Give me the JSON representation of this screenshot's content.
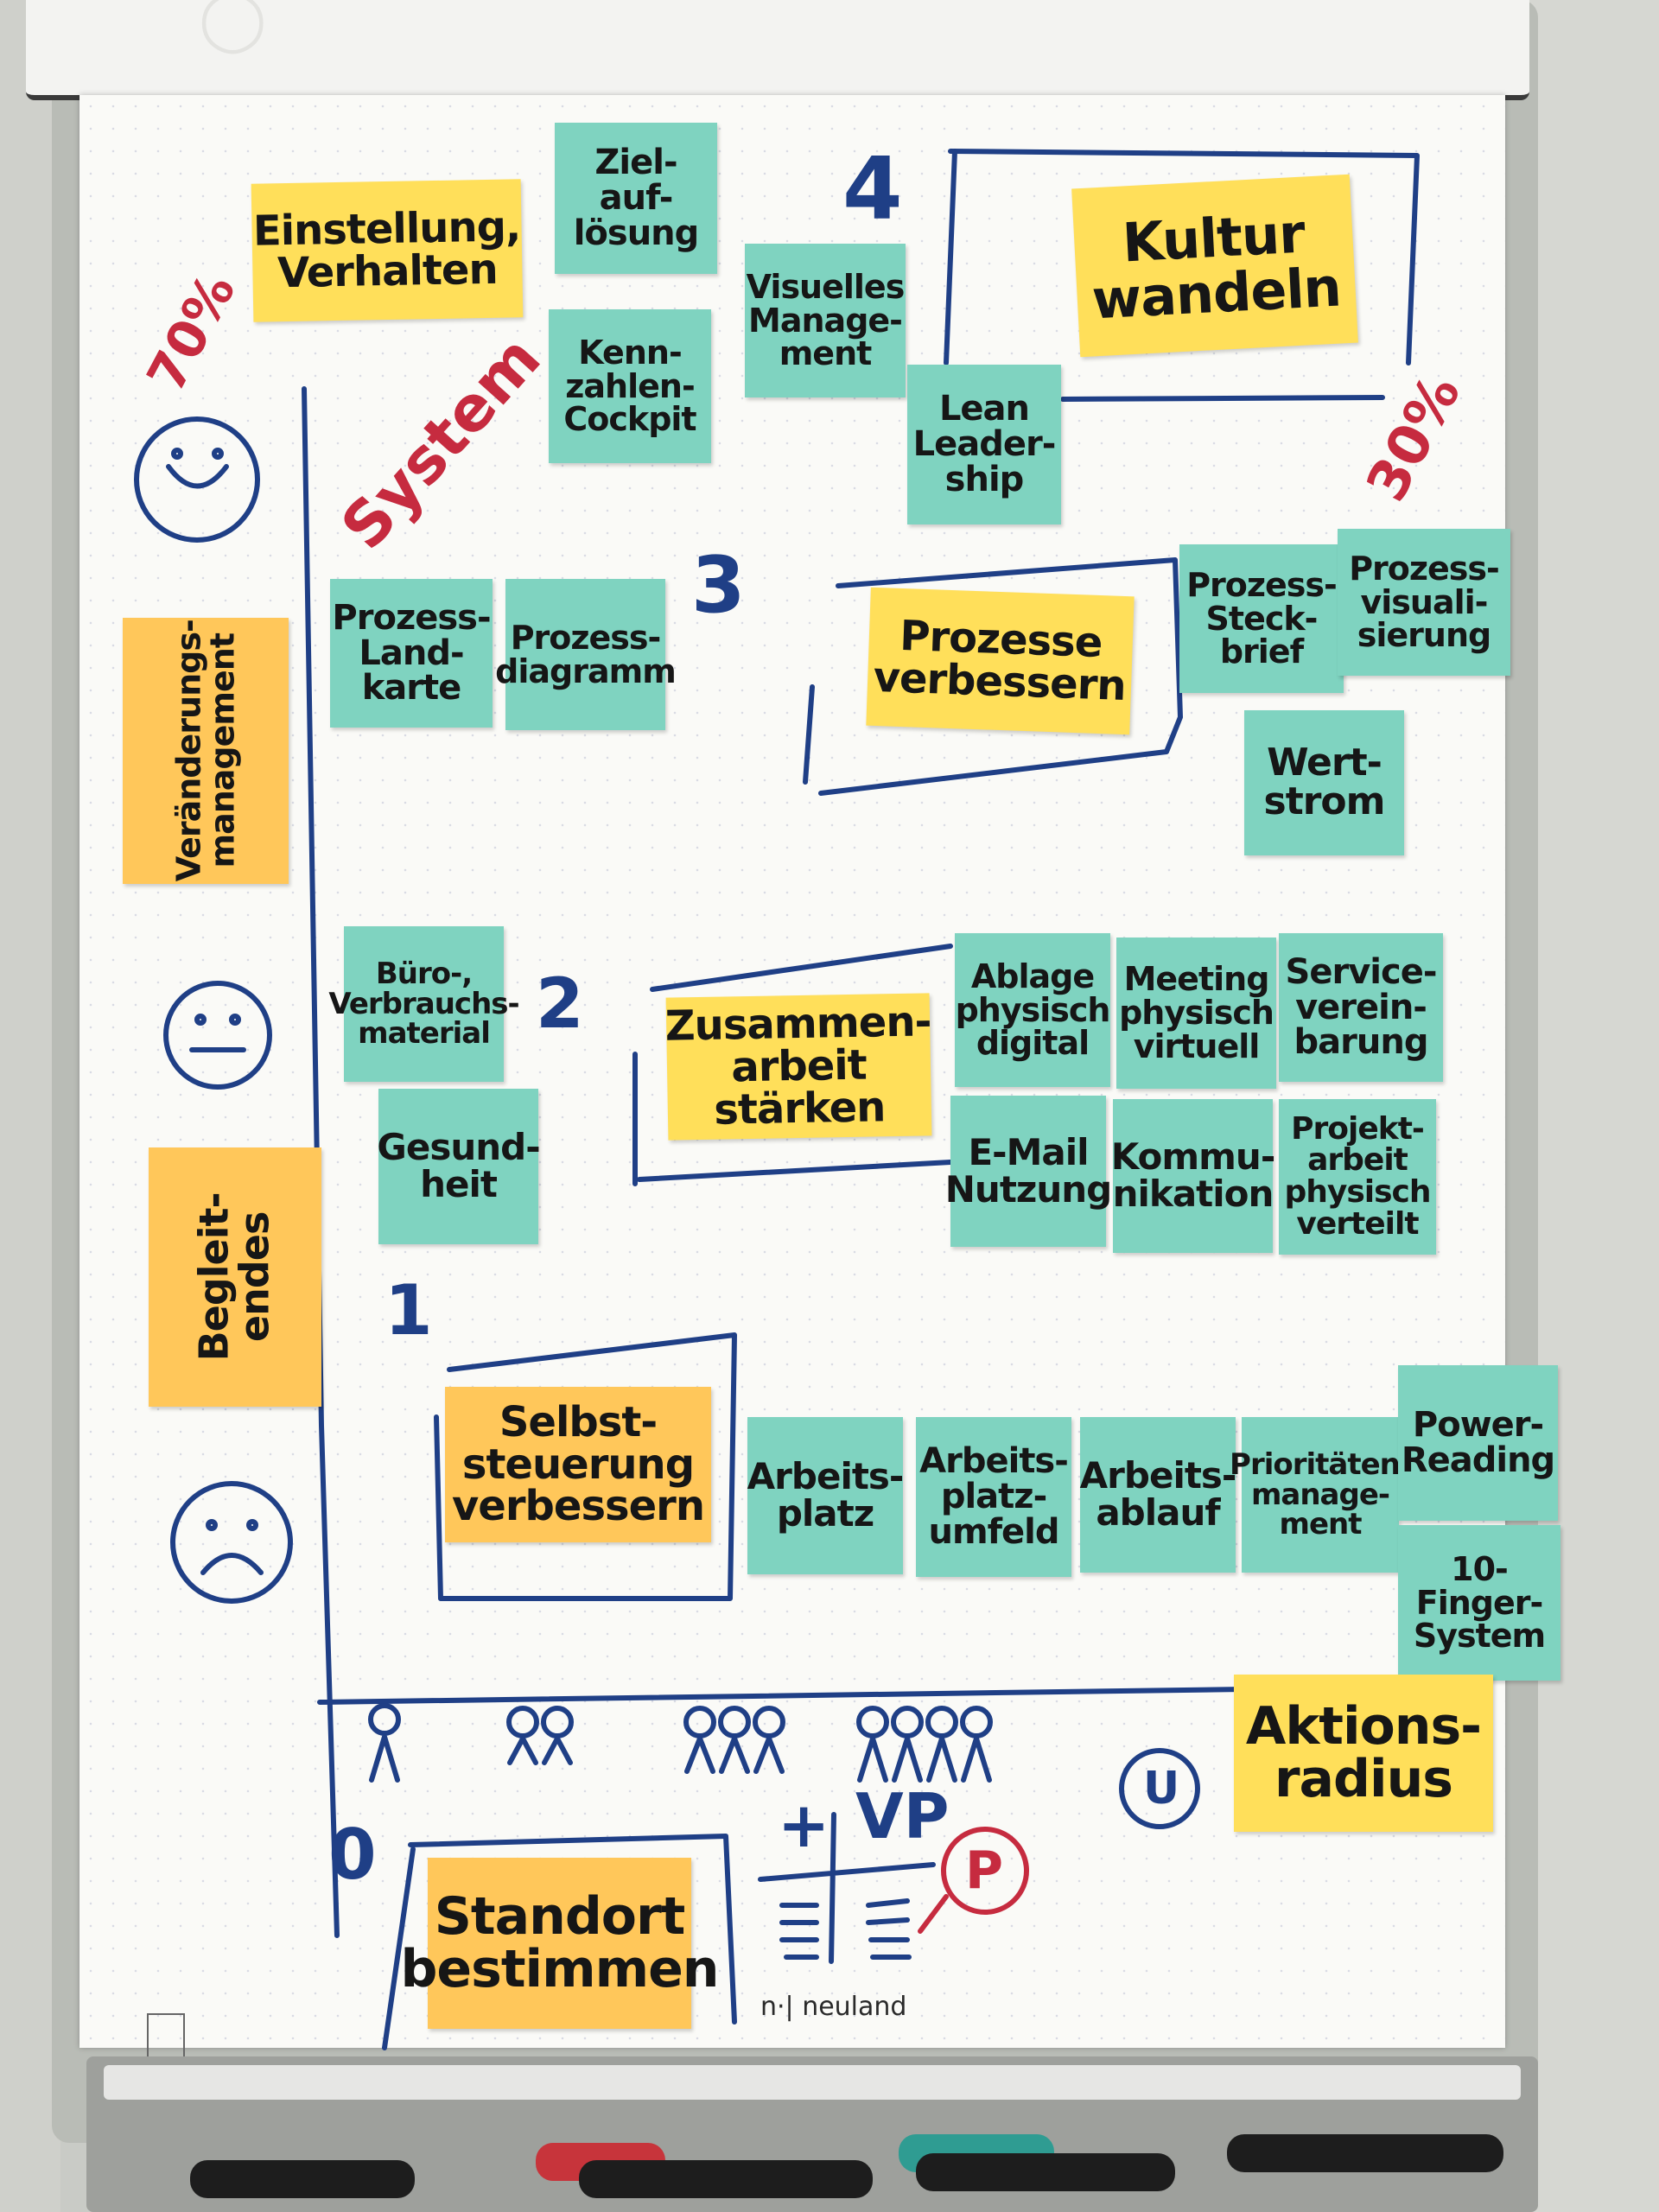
{
  "notes": {
    "einstellung": "Einstellung,\nVerhalten",
    "ziel": "Ziel-\nauf-\nlösung",
    "kennzahlen": "Kenn-\nzahlen-\nCockpit",
    "visuelles": "Visuelles\nManage-\nment",
    "lean": "Lean\nLeader-\nship",
    "kultur": "Kultur\nwandeln",
    "veraenderung": "Veränderungs-\nmanagement",
    "prozess_landkarte": "Prozess-\nLand-\nkarte",
    "prozessdiagramm": "Prozess-\ndiagramm",
    "prozesse_verbessern": "Prozesse\nverbessern",
    "prozess_steckbrief": "Prozess-\nSteck-\nbrief",
    "prozess_visualisierung": "Prozess-\nvisuali-\nsierung",
    "wertstrom": "Wert-\nstrom",
    "buero": "Büro-,\nVerbrauchs-\nmaterial",
    "gesundheit": "Gesund-\nheit",
    "zusammenarbeit": "Zusammen-\narbeit\nstärken",
    "ablage": "Ablage\nphysisch\ndigital",
    "meeting": "Meeting\nphysisch\nvirtuell",
    "service": "Service-\nverein-\nbarung",
    "email": "E-Mail\nNutzung",
    "kommunikation": "Kommu-\nnikation",
    "projektarbeit": "Projekt-\narbeit\nphysisch\nverteilt",
    "begleitendes": "Begleit-\nendes",
    "selbststeuerung": "Selbst-\nsteuerung\nverbessern",
    "arbeitsplatz": "Arbeits-\nplatz",
    "arbeitsplatzumfeld": "Arbeits-\nplatz-\numfeld",
    "arbeitsablauf": "Arbeits-\nablauf",
    "prioritaeten": "Prioritäten-\nmanage-\nment",
    "power_reading": "Power-\nReading",
    "zehn_finger": "10-Finger-\nSystem",
    "aktionsradius": "Aktions-\nradius",
    "standort": "Standort\nbestimmen"
  },
  "handwriting": {
    "pct70": "70%",
    "pct30": "30%",
    "system": "System",
    "n4": "4",
    "n3": "3",
    "n2": "2",
    "n1": "1",
    "n0": "0",
    "plus": "+",
    "vp": "VP",
    "p": "P",
    "u": "U"
  },
  "branding": {
    "logo": "n·| neuland"
  },
  "colors": {
    "teal_note": "#7fd3c0",
    "orange_note": "#ffc75a",
    "yellow_note": "#ffdf5a",
    "blue_ink": "#1f3f86",
    "red_ink": "#c62b3f"
  }
}
